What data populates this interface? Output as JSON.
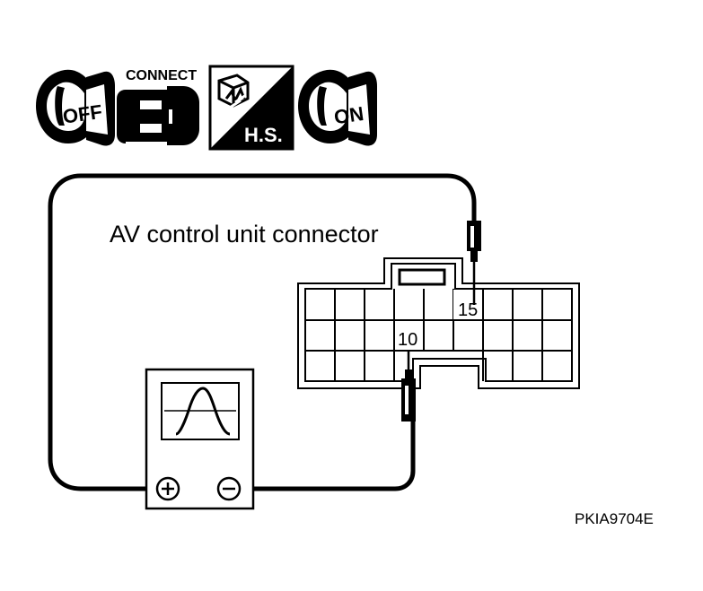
{
  "step_icons": {
    "ignition_off_label": "OFF",
    "connect_label": "CONNECT",
    "hs_label": "H.S.",
    "ignition_on_label": "ON"
  },
  "connector": {
    "title": "AV control unit connector",
    "terminal_a": "15",
    "terminal_b": "10"
  },
  "oscilloscope": {
    "plus_symbol": "+",
    "minus_symbol": "−"
  },
  "figure_code": "PKIA9704E",
  "colors": {
    "line": "#000000",
    "background": "#ffffff"
  }
}
